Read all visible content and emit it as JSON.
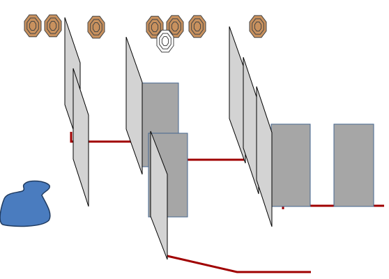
{
  "colors": {
    "background": "#ffffff",
    "path_line": "#a00000",
    "panel_fill": "#d3d3d3",
    "block_fill": "#a6a6a6",
    "block_stroke": "#44668f",
    "marker_fill": "#c8915e",
    "marker_stroke": "#444444",
    "highlight_marker_fill": "#ffffff",
    "blob_fill": "#4a7cbf",
    "blob_stroke": "#1f3a5f"
  },
  "icons": {
    "marker": "target-marker-icon",
    "highlight_marker": "highlighted-target-marker-icon",
    "blob": "blob-shape-icon"
  },
  "marker_count": 8,
  "panel_count": 7,
  "block_count": 4
}
